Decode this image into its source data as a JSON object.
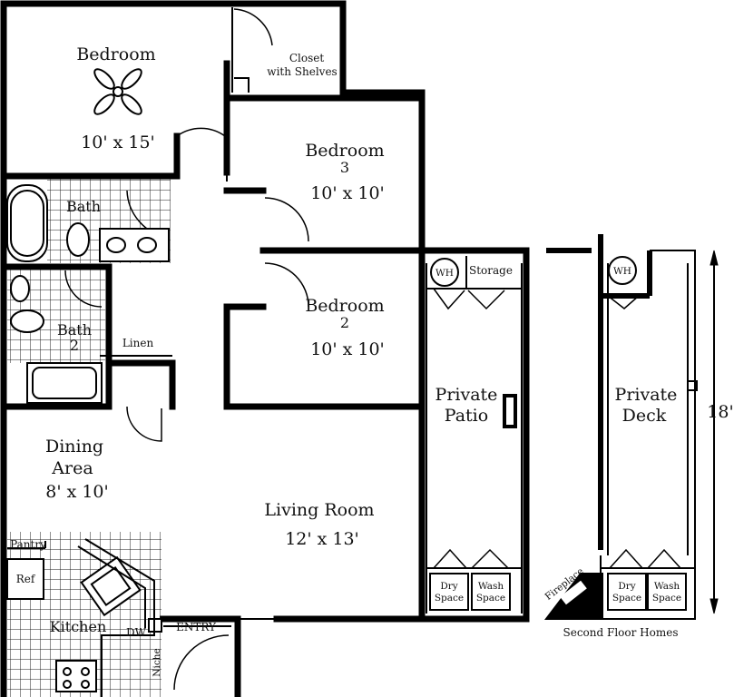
{
  "rooms": {
    "bedroom_main": {
      "name": "Bedroom",
      "dims": "10' x 15'"
    },
    "closet": {
      "line1": "Closet",
      "line2": "with Shelves"
    },
    "bath1": {
      "name": "Bath"
    },
    "bedroom3": {
      "name": "Bedroom",
      "number": "3",
      "dims": "10' x 10'"
    },
    "bath2": {
      "name": "Bath",
      "number": "2"
    },
    "linen": {
      "name": "Linen"
    },
    "bedroom2": {
      "name": "Bedroom",
      "number": "2",
      "dims": "10' x 10'"
    },
    "dining": {
      "line1": "Dining",
      "line2": "Area",
      "dims": "8' x 10'"
    },
    "living": {
      "name": "Living Room",
      "dims": "12' x 13'"
    },
    "pantry": {
      "name": "Pantry"
    },
    "ref": {
      "name": "Ref"
    },
    "kitchen": {
      "name": "Kitchen"
    },
    "dw": {
      "name": "DW"
    },
    "niche": {
      "name": "Niche"
    },
    "entry": {
      "name": "ENTRY"
    },
    "patio": {
      "line1": "Private",
      "line2": "Patio",
      "wh": "WH",
      "storage": "Storage"
    },
    "deck": {
      "line1": "Private",
      "line2": "Deck",
      "wh": "WH",
      "fireplace": "Fireplace"
    },
    "dry_space": {
      "line1": "Dry",
      "line2": "Space"
    },
    "wash_space": {
      "line1": "Wash",
      "line2": "Space"
    }
  },
  "deck_dimension": "18'",
  "second_floor_note": "Second Floor Homes"
}
